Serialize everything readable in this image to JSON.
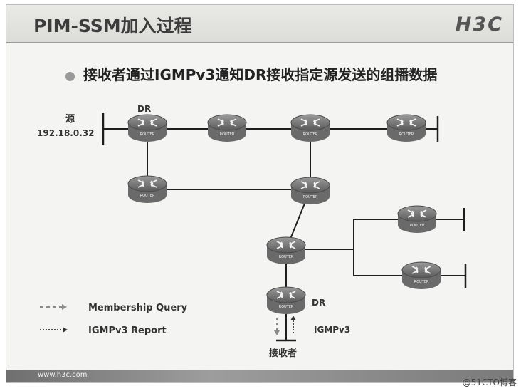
{
  "header": {
    "title": "PIM-SSM加入过程",
    "logo": "H3C"
  },
  "bullet": {
    "text": "接收者通过IGMPv3通知DR接收指定源发送的组播数据"
  },
  "diagram": {
    "source_label": "源",
    "source_ip": "192.18.0.32",
    "dr_top_label": "DR",
    "dr_bottom_label": "DR",
    "igmp_label": "IGMPv3",
    "receiver_label": "接收者",
    "router_caption": "ROUTER"
  },
  "legend": [
    {
      "label": "Membership Query"
    },
    {
      "label": "IGMPv3 Report"
    }
  ],
  "footer": {
    "url": "www.h3c.com",
    "watermark": "@51CTO博客"
  }
}
